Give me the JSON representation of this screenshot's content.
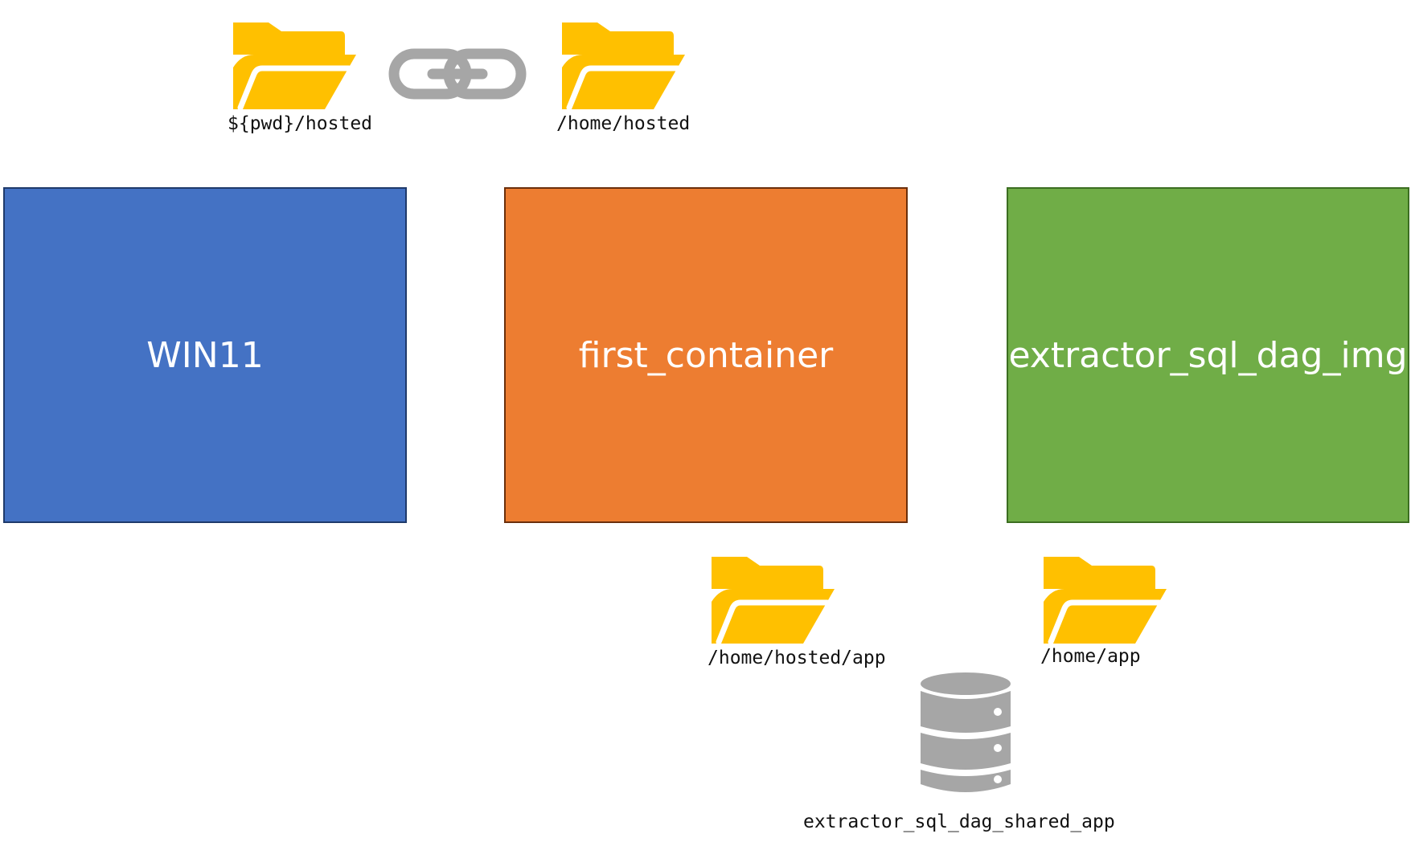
{
  "colors": {
    "win_box": "#4472c4",
    "first_box": "#ed7d31",
    "extract_box": "#70ad47",
    "folder": "#ffc000",
    "icon_gray": "#a6a6a6"
  },
  "boxes": {
    "win": {
      "label": "WIN11"
    },
    "first": {
      "label": "first_container"
    },
    "extract": {
      "label": "extractor_sql_dag_img"
    }
  },
  "folders": {
    "pwd_hosted": {
      "label": "${pwd}/hosted",
      "icon": "folder-icon"
    },
    "home_hosted": {
      "label": "/home/hosted",
      "icon": "folder-icon"
    },
    "home_hosted_app": {
      "label": "/home/hosted/app",
      "icon": "folder-icon"
    },
    "home_app": {
      "label": "/home/app",
      "icon": "folder-icon"
    }
  },
  "link": {
    "icon": "link-icon"
  },
  "volume": {
    "label": "extractor_sql_dag_shared_app",
    "icon": "database-icon"
  }
}
